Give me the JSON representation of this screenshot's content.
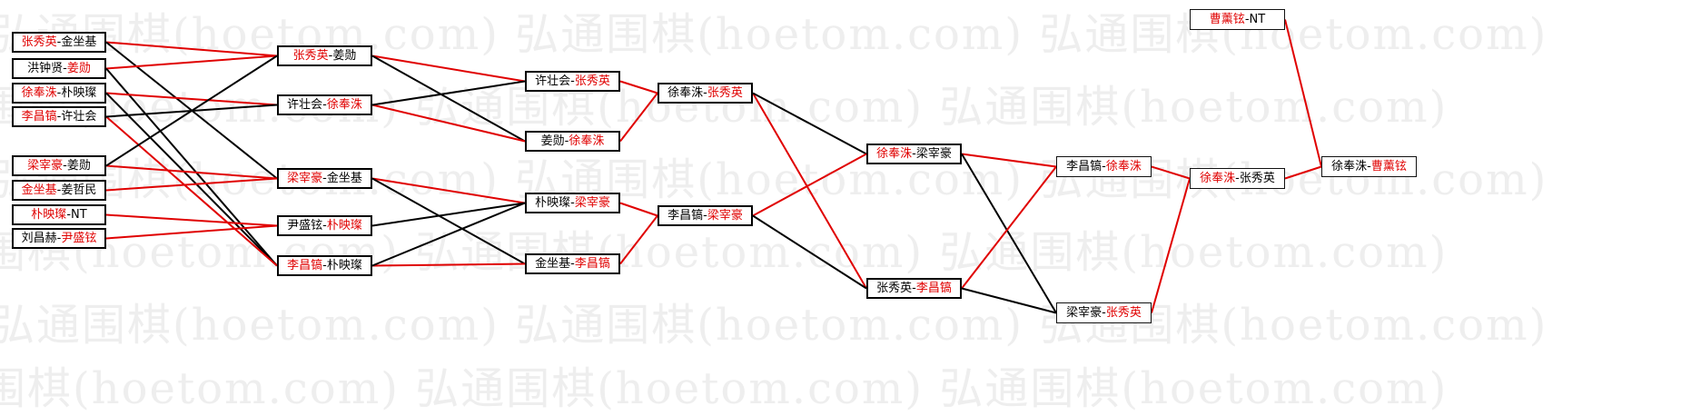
{
  "colors": {
    "winner": "#e00000",
    "loser": "#000000",
    "line_win": "#e00000",
    "line_lose": "#000000"
  },
  "watermark": "弘通围棋(hoetom.com)",
  "rounds": [
    [
      {
        "id": "r1m1",
        "p1": "张秀英",
        "p2": "金坐基",
        "win": 1
      },
      {
        "id": "r1m2",
        "p1": "洪钟贤",
        "p2": "姜勋",
        "win": 2
      },
      {
        "id": "r1m3",
        "p1": "徐奉洙",
        "p2": "朴映璨",
        "win": 1
      },
      {
        "id": "r1m4",
        "p1": "李昌镐",
        "p2": "许壮会",
        "win": 1
      },
      {
        "id": "r1m5",
        "p1": "梁宰豪",
        "p2": "姜勋",
        "win": 1
      },
      {
        "id": "r1m6",
        "p1": "金坐基",
        "p2": "姜哲民",
        "win": 1
      },
      {
        "id": "r1m7",
        "p1": "朴映璨",
        "p2": "NT",
        "win": 1
      },
      {
        "id": "r1m8",
        "p1": "刘昌赫",
        "p2": "尹盛铉",
        "win": 2
      }
    ],
    [
      {
        "id": "r2m1",
        "p1": "张秀英",
        "p2": "姜勋",
        "win": 1
      },
      {
        "id": "r2m2",
        "p1": "许壮会",
        "p2": "徐奉洙",
        "win": 2
      },
      {
        "id": "r2m3",
        "p1": "梁宰豪",
        "p2": "金坐基",
        "win": 1
      },
      {
        "id": "r2m4",
        "p1": "尹盛铉",
        "p2": "朴映璨",
        "win": 2
      },
      {
        "id": "r2m5",
        "p1": "李昌镐",
        "p2": "朴映璨",
        "win": 1
      }
    ],
    [
      {
        "id": "r3m1",
        "p1": "许壮会",
        "p2": "张秀英",
        "win": 2
      },
      {
        "id": "r3m2",
        "p1": "姜勋",
        "p2": "徐奉洙",
        "win": 2
      },
      {
        "id": "r3m3",
        "p1": "朴映璨",
        "p2": "梁宰豪",
        "win": 2
      },
      {
        "id": "r3m4",
        "p1": "金坐基",
        "p2": "李昌镐",
        "win": 2
      }
    ],
    [
      {
        "id": "r4m1",
        "p1": "徐奉洙",
        "p2": "张秀英",
        "win": 2
      },
      {
        "id": "r4m2",
        "p1": "李昌镐",
        "p2": "梁宰豪",
        "win": 2
      }
    ],
    [
      {
        "id": "r5m1",
        "p1": "徐奉洙",
        "p2": "梁宰豪",
        "win": 1
      },
      {
        "id": "r5m2",
        "p1": "张秀英",
        "p2": "李昌镐",
        "win": 2
      }
    ],
    [
      {
        "id": "r6m1",
        "p1": "李昌镐",
        "p2": "徐奉洙",
        "win": 2
      },
      {
        "id": "r6m2",
        "p1": "梁宰豪",
        "p2": "张秀英",
        "win": 2
      }
    ],
    [
      {
        "id": "r7m1",
        "p1": "徐奉洙",
        "p2": "张秀英",
        "win": 1
      },
      {
        "id": "r7m2",
        "p1": "曹薰铉",
        "p2": "NT",
        "win": 1
      }
    ],
    [
      {
        "id": "r8m1",
        "p1": "徐奉洙",
        "p2": "曹薰铉",
        "win": 2
      }
    ]
  ],
  "links": [
    {
      "from": "r1m1",
      "to": "r2m1",
      "win": true
    },
    {
      "from": "r1m1",
      "to": "r2m3",
      "win": false
    },
    {
      "from": "r1m2",
      "to": "r2m1",
      "win": true
    },
    {
      "from": "r1m2",
      "to": "r2m5",
      "win": false
    },
    {
      "from": "r1m3",
      "to": "r2m2",
      "win": true
    },
    {
      "from": "r1m3",
      "to": "r2m5",
      "win": false
    },
    {
      "from": "r1m4",
      "to": "r2m5",
      "win": true
    },
    {
      "from": "r1m4",
      "to": "r2m2",
      "win": false
    },
    {
      "from": "r1m5",
      "to": "r2m3",
      "win": true
    },
    {
      "from": "r1m5",
      "to": "r2m1",
      "win": false
    },
    {
      "from": "r1m6",
      "to": "r2m3",
      "win": true
    },
    {
      "from": "r1m7",
      "to": "r2m4",
      "win": true
    },
    {
      "from": "r1m8",
      "to": "r2m4",
      "win": true
    },
    {
      "from": "r2m1",
      "to": "r3m1",
      "win": true
    },
    {
      "from": "r2m1",
      "to": "r3m2",
      "win": false
    },
    {
      "from": "r2m2",
      "to": "r3m2",
      "win": true
    },
    {
      "from": "r2m2",
      "to": "r3m1",
      "win": false
    },
    {
      "from": "r2m3",
      "to": "r3m3",
      "win": true
    },
    {
      "from": "r2m3",
      "to": "r3m4",
      "win": false
    },
    {
      "from": "r2m4",
      "to": "r3m3",
      "win": false
    },
    {
      "from": "r2m5",
      "to": "r3m4",
      "win": true
    },
    {
      "from": "r2m5",
      "to": "r3m3",
      "win": false
    },
    {
      "from": "r3m1",
      "to": "r4m1",
      "win": true
    },
    {
      "from": "r3m2",
      "to": "r4m1",
      "win": true
    },
    {
      "from": "r3m3",
      "to": "r4m2",
      "win": true
    },
    {
      "from": "r3m4",
      "to": "r4m2",
      "win": true
    },
    {
      "from": "r4m1",
      "to": "r5m2",
      "win": true
    },
    {
      "from": "r4m1",
      "to": "r5m1",
      "win": false
    },
    {
      "from": "r4m2",
      "to": "r5m1",
      "win": true
    },
    {
      "from": "r4m2",
      "to": "r5m2",
      "win": false
    },
    {
      "from": "r5m1",
      "to": "r6m1",
      "win": true
    },
    {
      "from": "r5m1",
      "to": "r6m2",
      "win": false
    },
    {
      "from": "r5m2",
      "to": "r6m1",
      "win": true
    },
    {
      "from": "r5m2",
      "to": "r6m2",
      "win": false
    },
    {
      "from": "r6m1",
      "to": "r7m1",
      "win": true
    },
    {
      "from": "r6m2",
      "to": "r7m1",
      "win": true
    },
    {
      "from": "r7m1",
      "to": "r8m1",
      "win": true
    },
    {
      "from": "r7m2",
      "to": "r8m1",
      "win": true
    }
  ]
}
